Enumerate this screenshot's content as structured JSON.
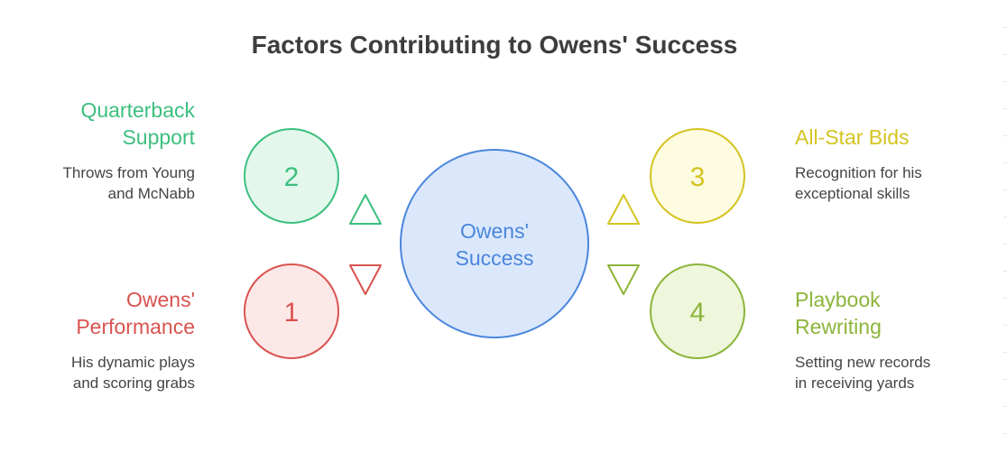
{
  "title": "Factors Contributing to Owens' Success",
  "center": {
    "line1": "Owens'",
    "line2": "Success",
    "fill": "#dbe8fc",
    "stroke": "#4a86dc",
    "text_color": "#4a86dc"
  },
  "factors": [
    {
      "number": "1",
      "title_line1": "Owens'",
      "title_line2": "Performance",
      "desc_line1": "His dynamic plays",
      "desc_line2": "and scoring grabs",
      "color": "#d9534f",
      "fill": "#fde8e8",
      "arrow": "down"
    },
    {
      "number": "2",
      "title_line1": "Quarterback",
      "title_line2": "Support",
      "desc_line1": "Throws from Young",
      "desc_line2": "and McNabb",
      "color": "#3cbf7e",
      "fill": "#e3f7ec",
      "arrow": "up"
    },
    {
      "number": "3",
      "title_line1": "All-Star Bids",
      "title_line2": "",
      "desc_line1": "Recognition for his",
      "desc_line2": "exceptional skills",
      "color": "#d4c421",
      "fill": "#fdfbe0",
      "arrow": "up"
    },
    {
      "number": "4",
      "title_line1": "Playbook",
      "title_line2": "Rewriting",
      "desc_line1": "Setting new records",
      "desc_line2": "in receiving yards",
      "color": "#8cb53a",
      "fill": "#eef6dc",
      "arrow": "down"
    }
  ]
}
